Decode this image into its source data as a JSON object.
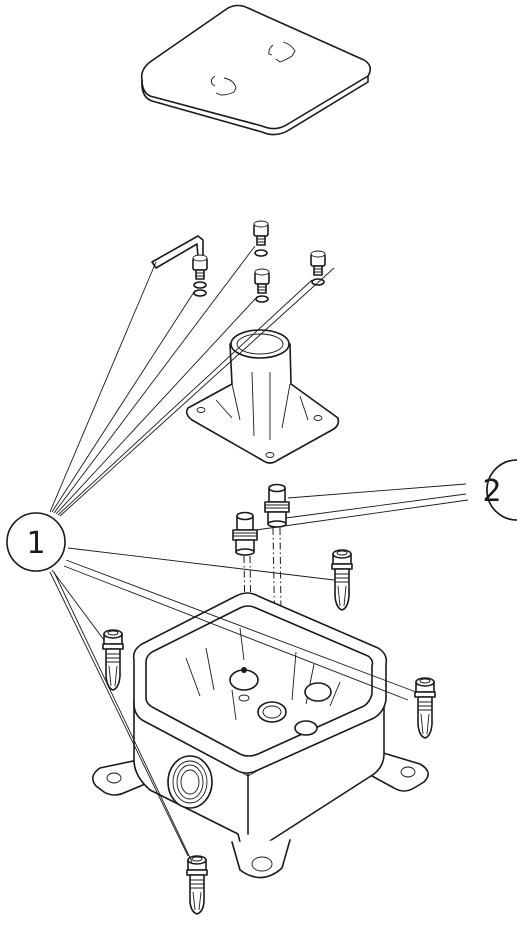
{
  "callouts": [
    {
      "id": "1",
      "label": "1"
    },
    {
      "id": "2",
      "label": "2"
    }
  ],
  "icons": [
    "cover-plate",
    "hex-key",
    "socket-screw",
    "washer",
    "mounting-flange",
    "connector-nipple",
    "anchor-bolt",
    "junction-box"
  ]
}
